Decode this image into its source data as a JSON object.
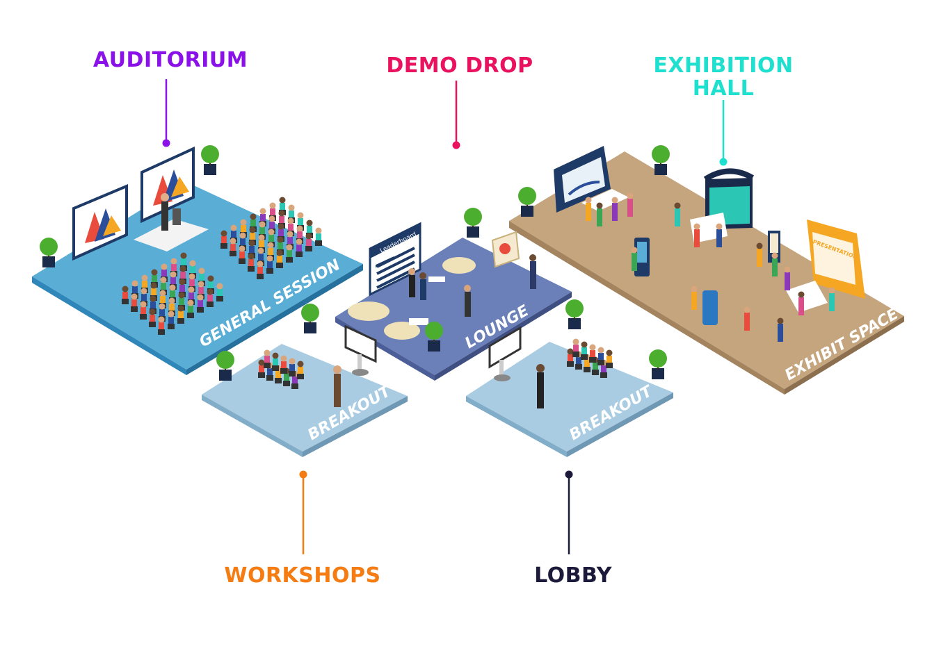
{
  "callouts": {
    "auditorium": {
      "label": "AUDITORIUM",
      "color": "#8a12e8"
    },
    "demo_drop": {
      "label": "DEMO DROP",
      "color": "#e8125f"
    },
    "exhibition_hall": {
      "line1": "EXHIBITION",
      "line2": "HALL",
      "color": "#1fe0cf"
    },
    "workshops": {
      "label": "WORKSHOPS",
      "color": "#f57c12"
    },
    "lobby": {
      "label": "LOBBY",
      "color": "#1c1a3a"
    }
  },
  "floors": {
    "general_session": "GENERAL SESSION",
    "lounge": "LOUNGE",
    "exhibit_space": "EXHIBIT SPACE",
    "breakout_left": "BREAKOUT",
    "breakout_right": "BREAKOUT"
  },
  "signs": {
    "leaderboard": "Leaderboard",
    "presentation": "PRESENTATION"
  },
  "colors": {
    "general_session_top": "#5aaed6",
    "general_session_side": "#2f86b8",
    "lounge_top": "#6b7fb8",
    "lounge_side": "#4c5e98",
    "breakout_top": "#a9cce3",
    "breakout_side": "#82adc9",
    "exhibit_top": "#c4a57e",
    "exhibit_side": "#a3845f"
  }
}
